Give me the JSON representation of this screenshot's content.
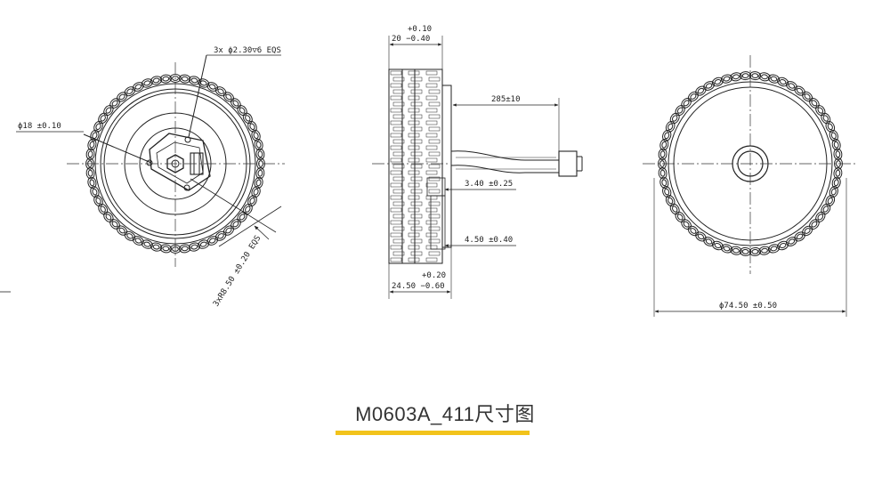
{
  "caption": {
    "title": "M0603A_411尺寸图",
    "accent_color": "#f2c31b"
  },
  "front_view": {
    "hole_note": "3x ϕ2.30▽6 EQS",
    "bore_dim": "ϕ18 ±0.10",
    "pcd_dim": "3xR8.50 ±0.20 EQS"
  },
  "side_view": {
    "width_tol": "+0.10",
    "width_dim": "20 −0.40",
    "cable_dim": "285±10",
    "step1_dim": "3.40 ±0.25",
    "step2_dim": "4.50 ±0.40",
    "overall_tol": "+0.20",
    "overall_dim": "24.50 −0.60"
  },
  "rear_view": {
    "diameter_dim": "ϕ74.50 ±0.50"
  },
  "colors": {
    "line": "#222222",
    "centerline": "#333333"
  }
}
